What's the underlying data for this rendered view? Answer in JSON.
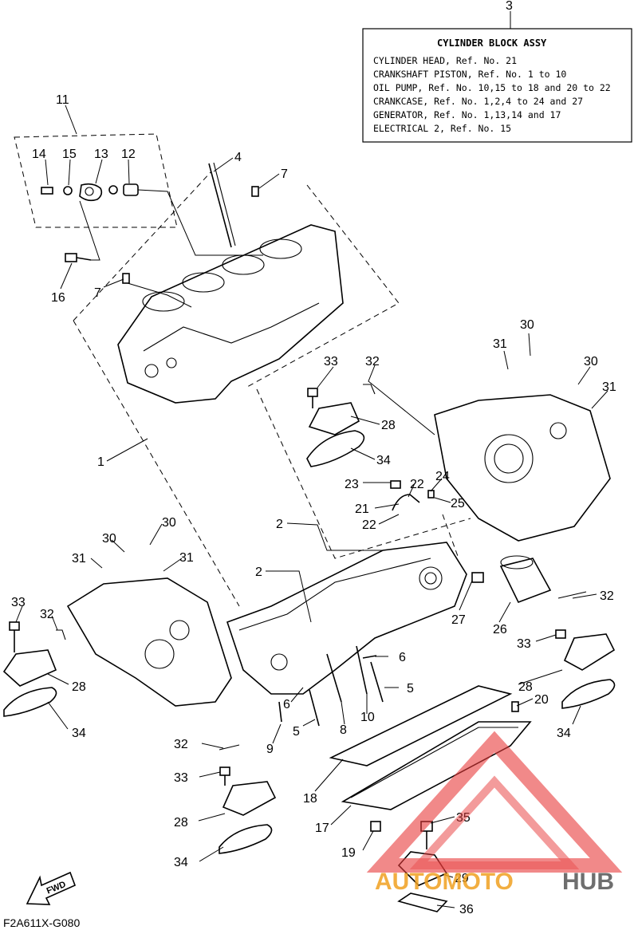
{
  "info_box": {
    "ref_no": "3",
    "title": "CYLINDER BLOCK ASSY",
    "lines": [
      "CYLINDER HEAD, Ref. No. 21",
      "CRANKSHAFT PISTON, Ref. No. 1 to 10",
      "OIL PUMP, Ref. No. 10,15 to 18 and 20 to 22",
      "CRANKCASE, Ref. No. 1,2,4 to 24 and 27",
      "GENERATOR, Ref. No. 1,13,14 and 17",
      "ELECTRICAL 2,  Ref. No. 15"
    ]
  },
  "callouts": [
    {
      "id": "c11",
      "label": "11"
    },
    {
      "id": "c14",
      "label": "14"
    },
    {
      "id": "c15",
      "label": "15"
    },
    {
      "id": "c13",
      "label": "13"
    },
    {
      "id": "c12",
      "label": "12"
    },
    {
      "id": "c4",
      "label": "4"
    },
    {
      "id": "c7a",
      "label": "7"
    },
    {
      "id": "c16",
      "label": "16"
    },
    {
      "id": "c7b",
      "label": "7"
    },
    {
      "id": "c1",
      "label": "1"
    },
    {
      "id": "c33a",
      "label": "33"
    },
    {
      "id": "c32a",
      "label": "32"
    },
    {
      "id": "c28a",
      "label": "28"
    },
    {
      "id": "c34a",
      "label": "34"
    },
    {
      "id": "c31a",
      "label": "31"
    },
    {
      "id": "c30a",
      "label": "30"
    },
    {
      "id": "c30b",
      "label": "30"
    },
    {
      "id": "c31b",
      "label": "31"
    },
    {
      "id": "c23",
      "label": "23"
    },
    {
      "id": "c22a",
      "label": "22"
    },
    {
      "id": "c24",
      "label": "24"
    },
    {
      "id": "c21",
      "label": "21"
    },
    {
      "id": "c25",
      "label": "25"
    },
    {
      "id": "c22b",
      "label": "22"
    },
    {
      "id": "c2a",
      "label": "2"
    },
    {
      "id": "c2b",
      "label": "2"
    },
    {
      "id": "c30c",
      "label": "30"
    },
    {
      "id": "c30d",
      "label": "30"
    },
    {
      "id": "c31c",
      "label": "31"
    },
    {
      "id": "c31d",
      "label": "31"
    },
    {
      "id": "c33b",
      "label": "33"
    },
    {
      "id": "c32b",
      "label": "32"
    },
    {
      "id": "c28b",
      "label": "28"
    },
    {
      "id": "c34b",
      "label": "34"
    },
    {
      "id": "c27",
      "label": "27"
    },
    {
      "id": "c26",
      "label": "26"
    },
    {
      "id": "c32c",
      "label": "32"
    },
    {
      "id": "c33c",
      "label": "33"
    },
    {
      "id": "c6a",
      "label": "6"
    },
    {
      "id": "c6b",
      "label": "6"
    },
    {
      "id": "c5a",
      "label": "5"
    },
    {
      "id": "c5b",
      "label": "5"
    },
    {
      "id": "c8",
      "label": "8"
    },
    {
      "id": "c10",
      "label": "10"
    },
    {
      "id": "c9",
      "label": "9"
    },
    {
      "id": "c28c",
      "label": "28"
    },
    {
      "id": "c20",
      "label": "20"
    },
    {
      "id": "c34c",
      "label": "34"
    },
    {
      "id": "c32d",
      "label": "32"
    },
    {
      "id": "c33d",
      "label": "33"
    },
    {
      "id": "c28d",
      "label": "28"
    },
    {
      "id": "c34d",
      "label": "34"
    },
    {
      "id": "c18",
      "label": "18"
    },
    {
      "id": "c17",
      "label": "17"
    },
    {
      "id": "c35",
      "label": "35"
    },
    {
      "id": "c19",
      "label": "19"
    },
    {
      "id": "c29",
      "label": "29"
    },
    {
      "id": "c36",
      "label": "36"
    }
  ],
  "fwd_label": "FWD",
  "figure_code": "F2A611X-G080",
  "watermark": {
    "part1": "AUTOMOTO",
    "part2": "HUB",
    "color1": "#f0a020",
    "color2": "#555555",
    "logo_color": "#e83a3a"
  }
}
